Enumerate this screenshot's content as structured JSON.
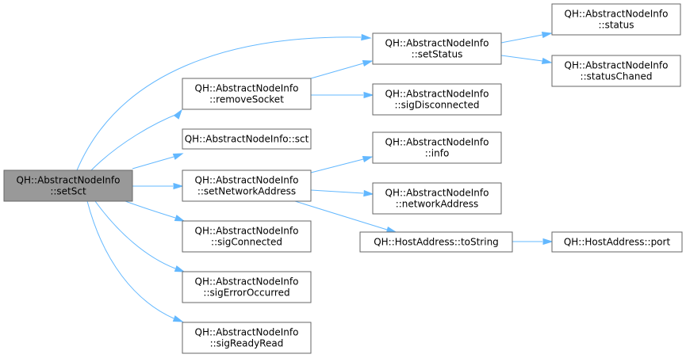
{
  "graph": {
    "edge_color": "#63b8ff",
    "root_fill": "#999999",
    "nodes": [
      {
        "id": "setSct",
        "lines": [
          "QH::AbstractNodeInfo",
          "::setSct"
        ],
        "root": true
      },
      {
        "id": "removeSocket",
        "lines": [
          "QH::AbstractNodeInfo",
          "::removeSocket"
        ]
      },
      {
        "id": "sct",
        "lines": [
          "QH::AbstractNodeInfo::sct"
        ]
      },
      {
        "id": "setNetworkAddress",
        "lines": [
          "QH::AbstractNodeInfo",
          "::setNetworkAddress"
        ]
      },
      {
        "id": "sigConnected",
        "lines": [
          "QH::AbstractNodeInfo",
          "::sigConnected"
        ]
      },
      {
        "id": "sigErrorOccurred",
        "lines": [
          "QH::AbstractNodeInfo",
          "::sigErrorOccurred"
        ]
      },
      {
        "id": "sigReadyRead",
        "lines": [
          "QH::AbstractNodeInfo",
          "::sigReadyRead"
        ]
      },
      {
        "id": "setStatus",
        "lines": [
          "QH::AbstractNodeInfo",
          "::setStatus"
        ]
      },
      {
        "id": "sigDisconnected",
        "lines": [
          "QH::AbstractNodeInfo",
          "::sigDisconnected"
        ]
      },
      {
        "id": "info",
        "lines": [
          "QH::AbstractNodeInfo",
          "::info"
        ]
      },
      {
        "id": "networkAddress",
        "lines": [
          "QH::AbstractNodeInfo",
          "::networkAddress"
        ]
      },
      {
        "id": "toString",
        "lines": [
          "QH::HostAddress::toString"
        ]
      },
      {
        "id": "status",
        "lines": [
          "QH::AbstractNodeInfo",
          "::status"
        ]
      },
      {
        "id": "statusChaned",
        "lines": [
          "QH::AbstractNodeInfo",
          "::statusChaned"
        ]
      },
      {
        "id": "port",
        "lines": [
          "QH::HostAddress::port"
        ]
      }
    ],
    "edges": [
      [
        "setSct",
        "setStatus"
      ],
      [
        "setSct",
        "removeSocket"
      ],
      [
        "setSct",
        "sct"
      ],
      [
        "setSct",
        "setNetworkAddress"
      ],
      [
        "setSct",
        "sigConnected"
      ],
      [
        "setSct",
        "sigErrorOccurred"
      ],
      [
        "setSct",
        "sigReadyRead"
      ],
      [
        "removeSocket",
        "setStatus"
      ],
      [
        "removeSocket",
        "sigDisconnected"
      ],
      [
        "setNetworkAddress",
        "info"
      ],
      [
        "setNetworkAddress",
        "networkAddress"
      ],
      [
        "setNetworkAddress",
        "toString"
      ],
      [
        "setStatus",
        "status"
      ],
      [
        "setStatus",
        "statusChaned"
      ],
      [
        "toString",
        "port"
      ]
    ]
  }
}
